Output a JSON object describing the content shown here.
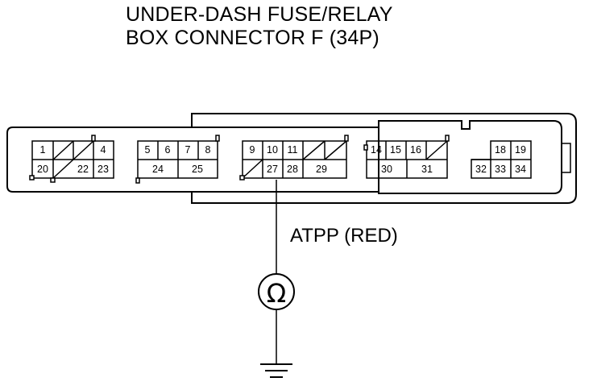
{
  "title_lines": [
    "UNDER-DASH FUSE/RELAY",
    "BOX CONNECTOR F (34P)"
  ],
  "wire_label": "ATPP (RED)",
  "meter_symbol": "Ω",
  "meter_icon": "ohmmeter-icon",
  "ground_icon": "ground-symbol-icon",
  "pins": {
    "p1": "1",
    "p4": "4",
    "p20": "20",
    "p22": "22",
    "p23": "23",
    "p5": "5",
    "p6": "6",
    "p7": "7",
    "p8": "8",
    "p24": "24",
    "p25": "25",
    "p9": "9",
    "p10": "10",
    "p11": "11",
    "p27": "27",
    "p28": "28",
    "p29": "29",
    "p14": "14",
    "p15": "15",
    "p16": "16",
    "p30": "30",
    "p31": "31",
    "p18": "18",
    "p19": "19",
    "p32": "32",
    "p33": "33",
    "p34": "34"
  }
}
